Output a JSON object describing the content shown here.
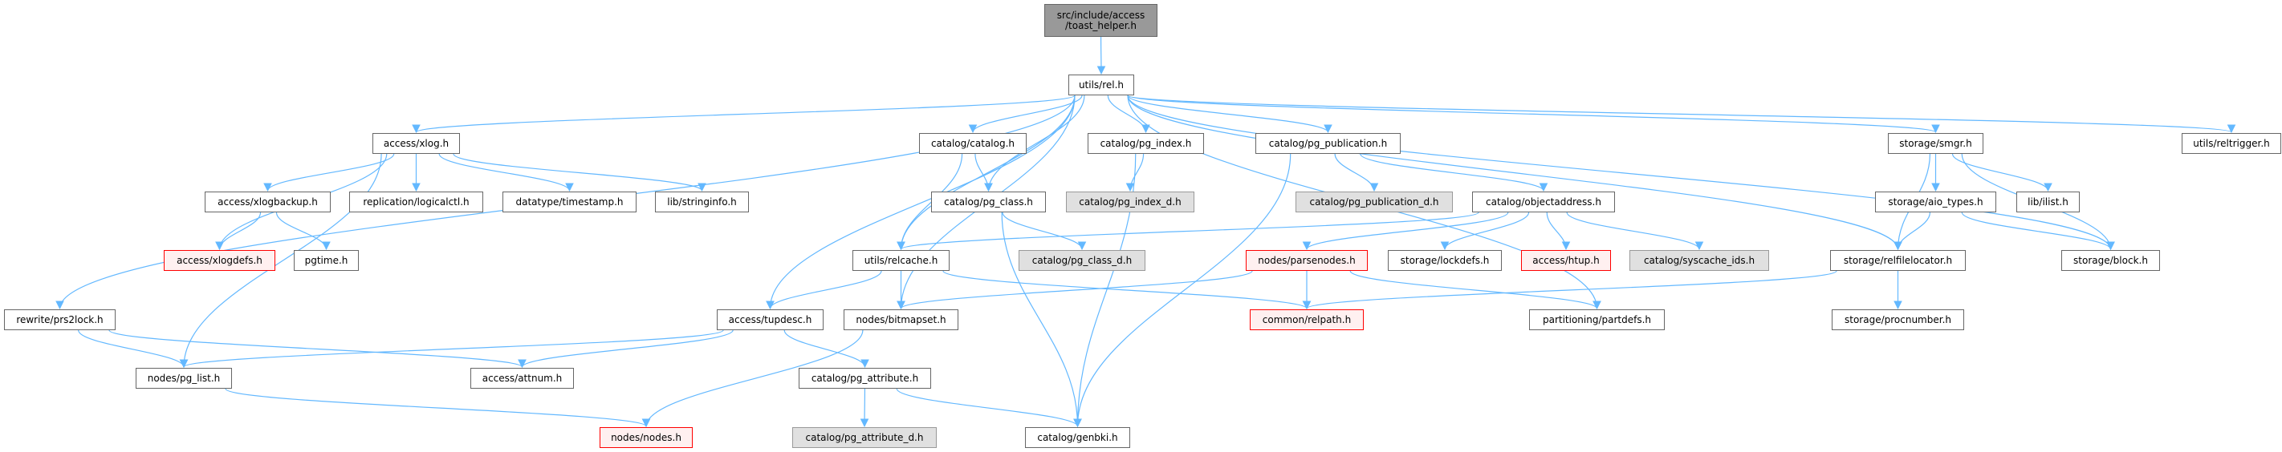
{
  "colors": {
    "edge": "#63b8ff",
    "root_fill": "#999999",
    "node_border": "#666666",
    "grey_fill": "#e0e0e0",
    "red_border": "#ff0000",
    "red_fill": "#fff0f0"
  },
  "nodes": [
    {
      "id": "root",
      "label": "src/include/access\n/toast_helper.h",
      "style": "root"
    },
    {
      "id": "rel",
      "label": "utils/rel.h",
      "style": "normal"
    },
    {
      "id": "xlog",
      "label": "access/xlog.h",
      "style": "normal"
    },
    {
      "id": "catalog",
      "label": "catalog/catalog.h",
      "style": "normal"
    },
    {
      "id": "pg_index",
      "label": "catalog/pg_index.h",
      "style": "normal"
    },
    {
      "id": "pg_publication",
      "label": "catalog/pg_publication.h",
      "style": "normal"
    },
    {
      "id": "smgr",
      "label": "storage/smgr.h",
      "style": "normal"
    },
    {
      "id": "reltrigger",
      "label": "utils/reltrigger.h",
      "style": "normal"
    },
    {
      "id": "xlogbackup",
      "label": "access/xlogbackup.h",
      "style": "normal"
    },
    {
      "id": "logicalctl",
      "label": "replication/logicalctl.h",
      "style": "normal"
    },
    {
      "id": "timestamp",
      "label": "datatype/timestamp.h",
      "style": "normal"
    },
    {
      "id": "stringinfo",
      "label": "lib/stringinfo.h",
      "style": "normal"
    },
    {
      "id": "pg_class",
      "label": "catalog/pg_class.h",
      "style": "normal"
    },
    {
      "id": "pg_index_d",
      "label": "catalog/pg_index_d.h",
      "style": "grey"
    },
    {
      "id": "pg_publication_d",
      "label": "catalog/pg_publication_d.h",
      "style": "grey"
    },
    {
      "id": "objectaddress",
      "label": "catalog/objectaddress.h",
      "style": "normal"
    },
    {
      "id": "aio_types",
      "label": "storage/aio_types.h",
      "style": "normal"
    },
    {
      "id": "ilist",
      "label": "lib/ilist.h",
      "style": "normal"
    },
    {
      "id": "xlogdefs",
      "label": "access/xlogdefs.h",
      "style": "red"
    },
    {
      "id": "pgtime",
      "label": "pgtime.h",
      "style": "normal"
    },
    {
      "id": "relcache",
      "label": "utils/relcache.h",
      "style": "normal"
    },
    {
      "id": "pg_class_d",
      "label": "catalog/pg_class_d.h",
      "style": "grey"
    },
    {
      "id": "parsenodes",
      "label": "nodes/parsenodes.h",
      "style": "red"
    },
    {
      "id": "lockdefs",
      "label": "storage/lockdefs.h",
      "style": "normal"
    },
    {
      "id": "htup",
      "label": "access/htup.h",
      "style": "red"
    },
    {
      "id": "syscache_ids",
      "label": "catalog/syscache_ids.h",
      "style": "grey"
    },
    {
      "id": "relfilelocator",
      "label": "storage/relfilelocator.h",
      "style": "normal"
    },
    {
      "id": "block",
      "label": "storage/block.h",
      "style": "normal"
    },
    {
      "id": "prs2lock",
      "label": "rewrite/prs2lock.h",
      "style": "normal"
    },
    {
      "id": "tupdesc",
      "label": "access/tupdesc.h",
      "style": "normal"
    },
    {
      "id": "bitmapset",
      "label": "nodes/bitmapset.h",
      "style": "normal"
    },
    {
      "id": "relpath",
      "label": "common/relpath.h",
      "style": "red"
    },
    {
      "id": "partdefs",
      "label": "partitioning/partdefs.h",
      "style": "normal"
    },
    {
      "id": "procnumber",
      "label": "storage/procnumber.h",
      "style": "normal"
    },
    {
      "id": "pg_list",
      "label": "nodes/pg_list.h",
      "style": "normal"
    },
    {
      "id": "attnum",
      "label": "access/attnum.h",
      "style": "normal"
    },
    {
      "id": "pg_attribute",
      "label": "catalog/pg_attribute.h",
      "style": "normal"
    },
    {
      "id": "nodes",
      "label": "nodes/nodes.h",
      "style": "red"
    },
    {
      "id": "pg_attribute_d",
      "label": "catalog/pg_attribute_d.h",
      "style": "grey"
    },
    {
      "id": "genbki",
      "label": "catalog/genbki.h",
      "style": "normal"
    }
  ],
  "edges": [
    [
      "root",
      "rel"
    ],
    [
      "rel",
      "xlog"
    ],
    [
      "rel",
      "prs2lock"
    ],
    [
      "rel",
      "tupdesc"
    ],
    [
      "rel",
      "bitmapset"
    ],
    [
      "rel",
      "relcache"
    ],
    [
      "rel",
      "catalog"
    ],
    [
      "rel",
      "pg_class"
    ],
    [
      "rel",
      "pg_index"
    ],
    [
      "rel",
      "pg_publication"
    ],
    [
      "rel",
      "partdefs"
    ],
    [
      "rel",
      "relfilelocator"
    ],
    [
      "rel",
      "smgr"
    ],
    [
      "rel",
      "block"
    ],
    [
      "rel",
      "reltrigger"
    ],
    [
      "xlog",
      "xlogbackup"
    ],
    [
      "xlog",
      "logicalctl"
    ],
    [
      "xlog",
      "timestamp"
    ],
    [
      "xlog",
      "stringinfo"
    ],
    [
      "xlog",
      "xlogdefs"
    ],
    [
      "xlog",
      "pg_list"
    ],
    [
      "xlogbackup",
      "xlogdefs"
    ],
    [
      "xlogbackup",
      "pgtime"
    ],
    [
      "prs2lock",
      "pg_list"
    ],
    [
      "prs2lock",
      "attnum"
    ],
    [
      "tupdesc",
      "pg_list"
    ],
    [
      "tupdesc",
      "attnum"
    ],
    [
      "tupdesc",
      "pg_attribute"
    ],
    [
      "pg_list",
      "nodes"
    ],
    [
      "bitmapset",
      "nodes"
    ],
    [
      "catalog",
      "pg_class"
    ],
    [
      "catalog",
      "relcache"
    ],
    [
      "pg_class",
      "pg_class_d"
    ],
    [
      "pg_class",
      "genbki"
    ],
    [
      "pg_index",
      "pg_index_d"
    ],
    [
      "pg_index",
      "genbki"
    ],
    [
      "pg_publication",
      "genbki"
    ],
    [
      "pg_publication",
      "pg_publication_d"
    ],
    [
      "pg_publication",
      "objectaddress"
    ],
    [
      "objectaddress",
      "relcache"
    ],
    [
      "objectaddress",
      "parsenodes"
    ],
    [
      "objectaddress",
      "lockdefs"
    ],
    [
      "objectaddress",
      "htup"
    ],
    [
      "objectaddress",
      "syscache_ids"
    ],
    [
      "relcache",
      "tupdesc"
    ],
    [
      "relcache",
      "bitmapset"
    ],
    [
      "relcache",
      "relpath"
    ],
    [
      "parsenodes",
      "bitmapset"
    ],
    [
      "parsenodes",
      "relpath"
    ],
    [
      "parsenodes",
      "partdefs"
    ],
    [
      "pg_attribute",
      "pg_attribute_d"
    ],
    [
      "pg_attribute",
      "genbki"
    ],
    [
      "smgr",
      "relfilelocator"
    ],
    [
      "smgr",
      "aio_types"
    ],
    [
      "smgr",
      "ilist"
    ],
    [
      "smgr",
      "block"
    ],
    [
      "aio_types",
      "relfilelocator"
    ],
    [
      "aio_types",
      "block"
    ],
    [
      "relfilelocator",
      "relpath"
    ],
    [
      "relfilelocator",
      "procnumber"
    ]
  ]
}
